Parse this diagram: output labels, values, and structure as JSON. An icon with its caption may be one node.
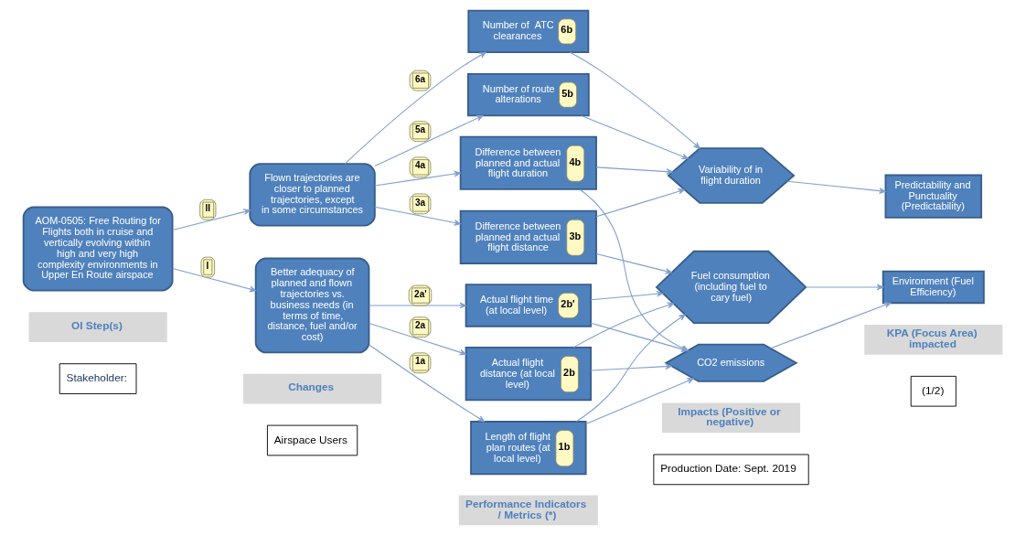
{
  "diagram": {
    "nodes": [
      {
        "text": [
          "AOM-0505: Free Routing for Flights both in cruise and vertically evolving within high and very high complexity environments in Upper En Route airspace"
        ]
      },
      {
        "text": [
          "Better adequacy of planned and flown trajectories vs. business needs (in terms of time, distance, fuel and/or cost)"
        ]
      },
      {
        "text": [
          "Flown trajectories are closer to planned trajectories, except in some circumstances"
        ]
      },
      {
        "text": [
          "Length of flight plan routes (at local level)",
          "1b"
        ]
      },
      {
        "text": [
          "Actual flight distance (at local level)",
          "2b"
        ]
      },
      {
        "text": [
          "Actual flight time (at local level)",
          "2b'"
        ]
      },
      {
        "text": [
          "Difference between planned and actual flight distance",
          "3b"
        ]
      },
      {
        "text": [
          "Difference between planned and actual flight duration",
          "4b"
        ]
      },
      {
        "text": [
          "Number of route alterations",
          "5b"
        ]
      },
      {
        "text": [
          "Number of  ATC clearances",
          "6b"
        ]
      },
      {
        "text": [
          "CO2 emissions"
        ]
      },
      {
        "text": [
          "Fuel consumption (including fuel to cary fuel)"
        ]
      },
      {
        "text": [
          "Variability of in flight duration"
        ]
      },
      {
        "text": [
          "Environment (Fuel Efficiency)"
        ]
      },
      {
        "text": [
          "Predictability and Punctuality (Predictability)"
        ]
      }
    ],
    "edges": [
      {
        "from": 0,
        "to": 1,
        "arrow": "to",
        "label": "I"
      },
      {
        "from": 0,
        "to": 2,
        "arrow": "to",
        "label": "II"
      },
      {
        "from": 1,
        "to": 3,
        "arrow": "to",
        "label": "1a"
      },
      {
        "from": 1,
        "to": 4,
        "arrow": "to",
        "label": "2a"
      },
      {
        "from": 1,
        "to": 5,
        "arrow": "to",
        "label": "2a'"
      },
      {
        "from": 2,
        "to": 6,
        "arrow": "to",
        "label": "3a"
      },
      {
        "from": 2,
        "to": 7,
        "arrow": "to",
        "label": "4a"
      },
      {
        "from": 2,
        "to": 8,
        "arrow": "to",
        "label": "5a"
      },
      {
        "from": 2,
        "to": 9,
        "arrow": "to",
        "label": "6a"
      },
      {
        "from": 3,
        "to": 10,
        "arrow": "to"
      },
      {
        "from": 3,
        "to": 11,
        "arrow": "to"
      },
      {
        "from": 4,
        "to": 10,
        "arrow": "to"
      },
      {
        "from": 4,
        "to": 11,
        "arrow": "to"
      },
      {
        "from": 5,
        "to": 10,
        "arrow": "to"
      },
      {
        "from": 5,
        "to": 11,
        "arrow": "to"
      },
      {
        "from": 6,
        "to": 11,
        "arrow": "to"
      },
      {
        "from": 6,
        "to": 12,
        "arrow": "to"
      },
      {
        "from": 7,
        "to": 10,
        "arrow": "to"
      },
      {
        "from": 7,
        "to": 12,
        "arrow": "to"
      },
      {
        "from": 8,
        "to": 12,
        "arrow": "to"
      },
      {
        "from": 9,
        "to": 12,
        "arrow": "to"
      },
      {
        "from": 10,
        "to": 13,
        "arrow": "to"
      },
      {
        "from": 11,
        "to": 13,
        "arrow": "to"
      },
      {
        "from": 12,
        "to": 14,
        "arrow": "to"
      }
    ],
    "labels": [
      "Stakeholder:",
      "Airspace Users",
      "Production Date: Sept. 2019",
      "(1/2)",
      "OI Step(s)",
      "Changes",
      "Performance Indicators / Metrics (*)",
      "Impacts (Positive or negative)",
      "KPA (Focus Area) impacted"
    ]
  }
}
